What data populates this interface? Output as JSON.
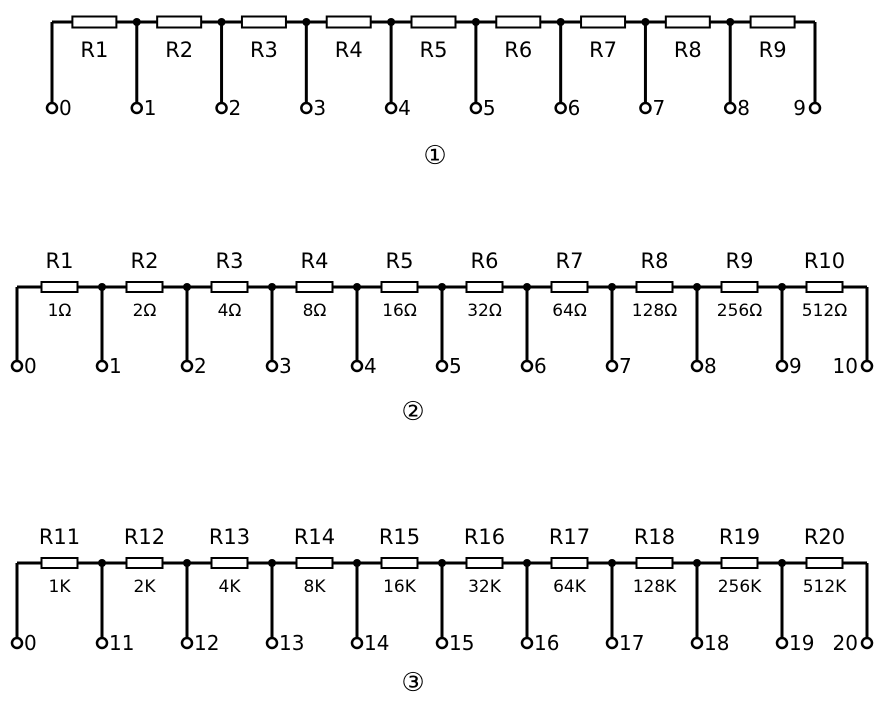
{
  "chains": [
    {
      "label": "①",
      "resistors": [
        {
          "name": "R1",
          "value": ""
        },
        {
          "name": "R2",
          "value": ""
        },
        {
          "name": "R3",
          "value": ""
        },
        {
          "name": "R4",
          "value": ""
        },
        {
          "name": "R5",
          "value": ""
        },
        {
          "name": "R6",
          "value": ""
        },
        {
          "name": "R7",
          "value": ""
        },
        {
          "name": "R8",
          "value": ""
        },
        {
          "name": "R9",
          "value": ""
        }
      ],
      "terminals": [
        "0",
        "1",
        "2",
        "3",
        "4",
        "5",
        "6",
        "7",
        "8",
        "9"
      ]
    },
    {
      "label": "②",
      "resistors": [
        {
          "name": "R1",
          "value": "1Ω"
        },
        {
          "name": "R2",
          "value": "2Ω"
        },
        {
          "name": "R3",
          "value": "4Ω"
        },
        {
          "name": "R4",
          "value": "8Ω"
        },
        {
          "name": "R5",
          "value": "16Ω"
        },
        {
          "name": "R6",
          "value": "32Ω"
        },
        {
          "name": "R7",
          "value": "64Ω"
        },
        {
          "name": "R8",
          "value": "128Ω"
        },
        {
          "name": "R9",
          "value": "256Ω"
        },
        {
          "name": "R10",
          "value": "512Ω"
        }
      ],
      "terminals": [
        "0",
        "1",
        "2",
        "3",
        "4",
        "5",
        "6",
        "7",
        "8",
        "9",
        "10"
      ]
    },
    {
      "label": "③",
      "resistors": [
        {
          "name": "R11",
          "value": "1K"
        },
        {
          "name": "R12",
          "value": "2K"
        },
        {
          "name": "R13",
          "value": "4K"
        },
        {
          "name": "R14",
          "value": "8K"
        },
        {
          "name": "R15",
          "value": "16K"
        },
        {
          "name": "R16",
          "value": "32K"
        },
        {
          "name": "R17",
          "value": "64K"
        },
        {
          "name": "R18",
          "value": "128K"
        },
        {
          "name": "R19",
          "value": "256K"
        },
        {
          "name": "R20",
          "value": "512K"
        }
      ],
      "terminals": [
        "0",
        "11",
        "12",
        "13",
        "14",
        "15",
        "16",
        "17",
        "18",
        "19",
        "20"
      ]
    }
  ]
}
